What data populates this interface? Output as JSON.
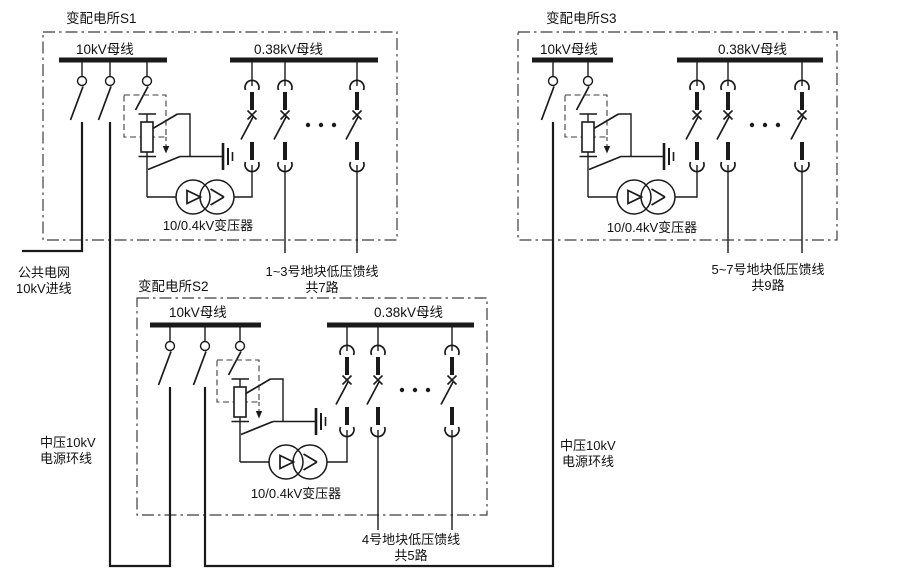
{
  "figure": {
    "background": "#ffffff",
    "line_color": "#1a1a1a",
    "boundary_color": "#3c3c3c"
  },
  "substations": {
    "s1": {
      "title": "变配电所S1",
      "hv_bus_label": "10kV母线",
      "lv_bus_label": "0.38kV母线",
      "transformer_label": "10/0.4kV变压器"
    },
    "s2": {
      "title": "变配电所S2",
      "hv_bus_label": "10kV母线",
      "lv_bus_label": "0.38kV母线",
      "transformer_label": "10/0.4kV变压器"
    },
    "s3": {
      "title": "变配电所S3",
      "hv_bus_label": "10kV母线",
      "lv_bus_label": "0.38kV母线",
      "transformer_label": "10/0.4kV变压器"
    }
  },
  "external_labels": {
    "grid_incoming": {
      "line1": "公共电网",
      "line2": "10kV进线"
    },
    "ring_left": {
      "line1": "中压10kV",
      "line2": "电源环线"
    },
    "ring_right": {
      "line1": "中压10kV",
      "line2": "电源环线"
    },
    "s1_feeders": {
      "line1": "1~3号地块低压馈线",
      "line2": "共7路"
    },
    "s3_feeders": {
      "line1": "5~7号地块低压馈线",
      "line2": "共9路"
    },
    "s2_feeders": {
      "line1": "4号地块低压馈线",
      "line2": "共5路"
    }
  }
}
